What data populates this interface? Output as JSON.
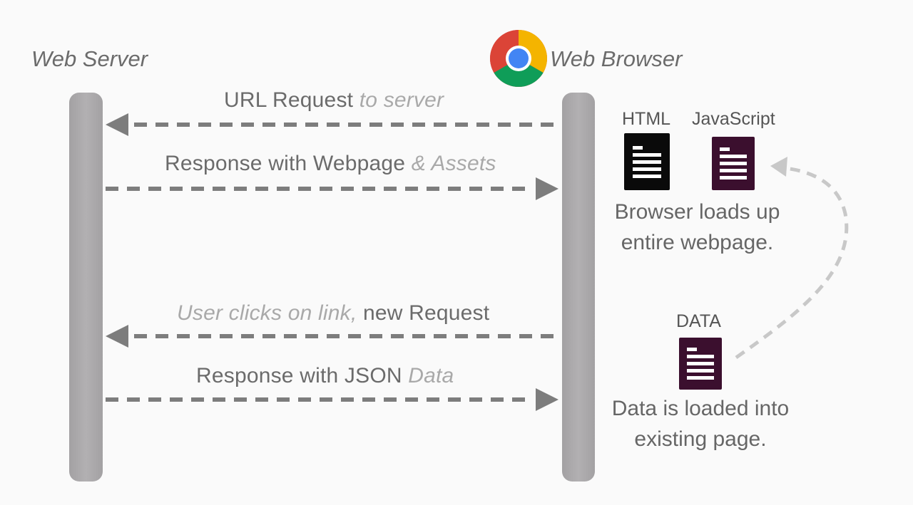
{
  "actors": {
    "server": {
      "label": "Web Server"
    },
    "browser": {
      "label": "Web Browser",
      "icon": "chrome-icon"
    }
  },
  "messages": [
    {
      "direction": "browser-to-server",
      "text": "URL Request",
      "emphasis": "to server"
    },
    {
      "direction": "server-to-browser",
      "text": "Response with Webpage",
      "emphasis": "& Assets"
    },
    {
      "direction": "browser-to-server",
      "emphasis_first": "User clicks on link,",
      "text": "new Request"
    },
    {
      "direction": "server-to-browser",
      "text": "Response with JSON",
      "emphasis": "Data"
    }
  ],
  "documents": {
    "html": {
      "label": "HTML",
      "icon": "html-document-icon",
      "color": "#0a0a0a"
    },
    "javascript": {
      "label": "JavaScript",
      "icon": "javascript-document-icon",
      "color": "#3b0f2e"
    },
    "data": {
      "label": "DATA",
      "icon": "data-document-icon",
      "color": "#3b0f2e"
    }
  },
  "notes": {
    "initial_load": "Browser loads up entire webpage.",
    "data_load": "Data is loaded into existing page."
  },
  "colors": {
    "lifeline": "#a8a6a8",
    "arrow": "#7d7d7d",
    "dashed_curve": "#c8c8c8",
    "background": "#fafafa"
  }
}
